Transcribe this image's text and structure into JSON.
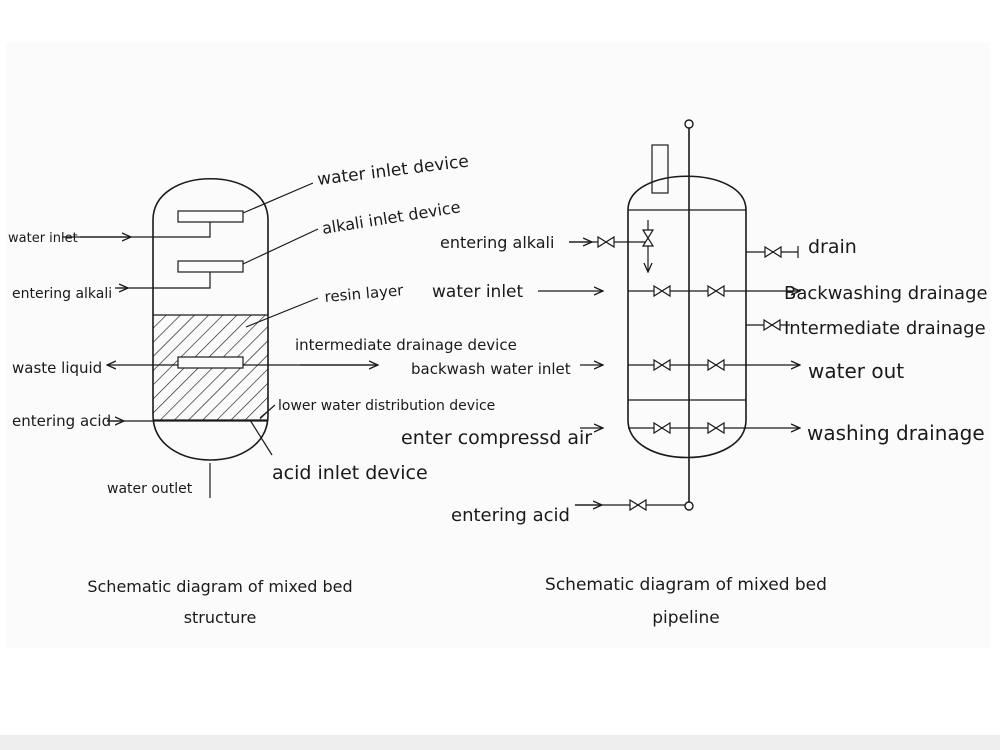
{
  "structure": {
    "caption_line1": "Schematic diagram of mixed bed",
    "caption_line2": "structure",
    "labels": {
      "water_inlet_device": "water inlet device",
      "alkali_inlet_device": "alkali inlet device",
      "water_inlet": "water inlet",
      "entering_alkali": "entering alkali",
      "resin_layer": "resin layer",
      "intermediate_drainage_device": "intermediate drainage device",
      "waste_liquid": "waste liquid",
      "entering_acid": "entering acid",
      "lower_water_distribution_device": "lower water distribution device",
      "acid_inlet_device": "acid inlet device",
      "water_outlet": "water outlet"
    }
  },
  "pipeline": {
    "caption_line1": "Schematic diagram of mixed bed",
    "caption_line2": "pipeline",
    "labels": {
      "entering_alkali": "entering alkali",
      "drain": "drain",
      "water_inlet": "water inlet",
      "backwashing_drainage": "Backwashing drainage",
      "intermediate_drainage": "Intermediate drainage",
      "backwash_water_inlet": "backwash water inlet",
      "water_out": "water out",
      "enter_compressed_air": "enter compressd air",
      "washing_drainage": "washing drainage",
      "entering_acid": "entering acid"
    }
  }
}
